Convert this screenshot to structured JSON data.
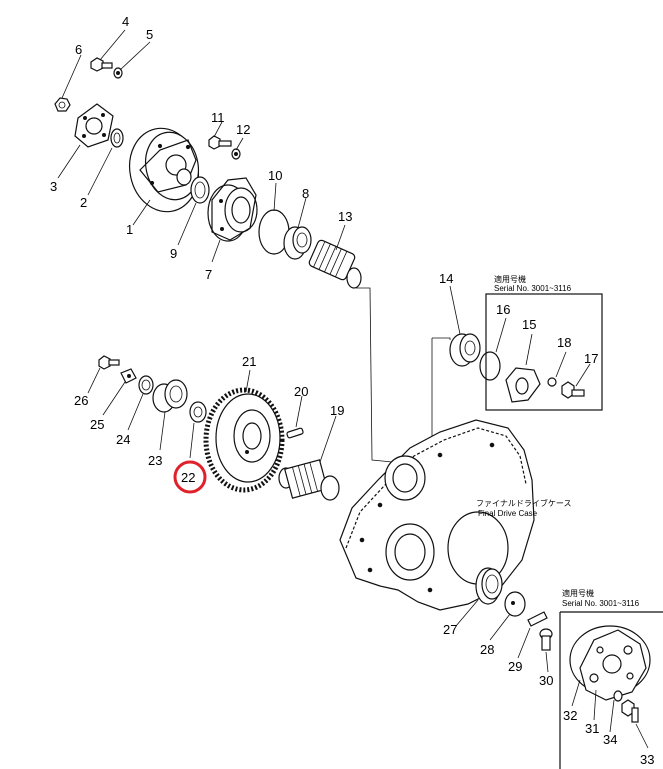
{
  "callouts": {
    "p1": "1",
    "p2": "2",
    "p3": "3",
    "p4": "4",
    "p5": "5",
    "p6": "6",
    "p7": "7",
    "p8": "8",
    "p9": "9",
    "p10": "10",
    "p11": "11",
    "p12": "12",
    "p13": "13",
    "p14": "14",
    "p15": "15",
    "p16": "16",
    "p17": "17",
    "p18": "18",
    "p19": "19",
    "p20": "20",
    "p21": "21",
    "p22": "22",
    "p23": "23",
    "p24": "24",
    "p25": "25",
    "p26": "26",
    "p27": "27",
    "p28": "28",
    "p29": "29",
    "p30": "30",
    "p31": "31",
    "p32": "32",
    "p33": "33",
    "p34": "34"
  },
  "highlight": {
    "part": "22",
    "color": "#e0202a"
  },
  "inset_top": {
    "title_jp": "適用号機",
    "serial": "Serial  No.  3001~3116"
  },
  "inset_bottom": {
    "title_jp": "適用号機",
    "serial": "Serial  No.  3001~3116"
  },
  "case_label": {
    "jp": "ファイナルドライブケース",
    "en": "Final  Drive  Case"
  }
}
